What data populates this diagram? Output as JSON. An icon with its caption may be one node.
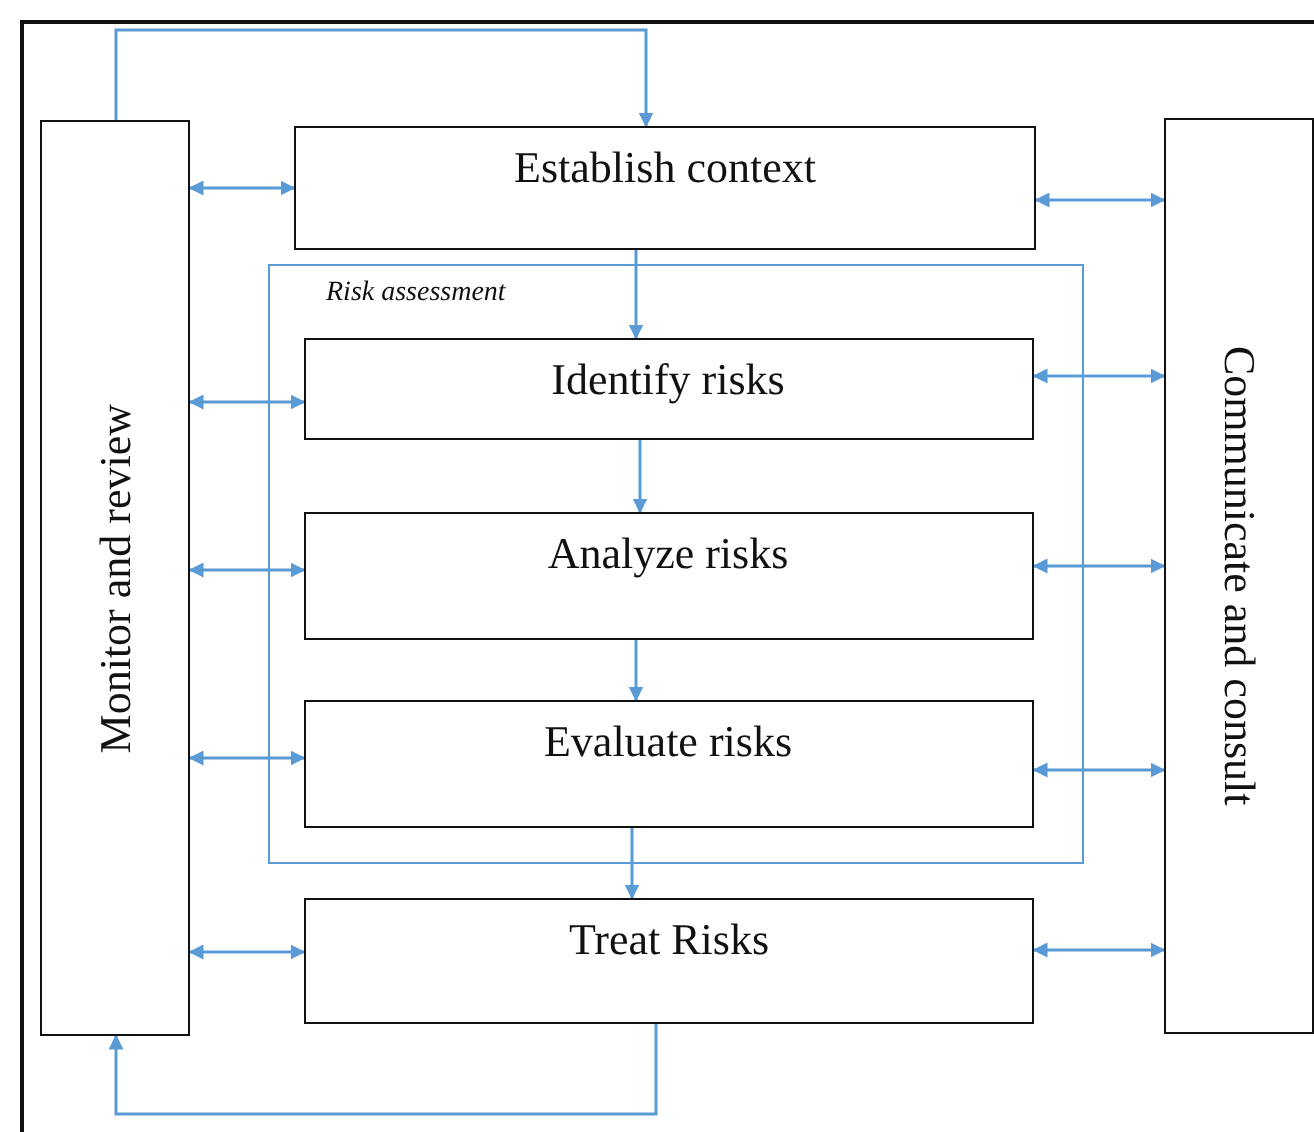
{
  "diagram": {
    "nodes": [
      {
        "text": [
          "Monitor and review"
        ]
      },
      {
        "text": [
          "Establish context"
        ]
      },
      {
        "text": [
          "Risk assessment"
        ]
      },
      {
        "text": [
          "Identify risks"
        ],
        "in": 2
      },
      {
        "text": [
          "Analyze risks"
        ],
        "in": 2
      },
      {
        "text": [
          "Evaluate risks"
        ],
        "in": 2
      },
      {
        "text": [
          "Treat Risks"
        ]
      },
      {
        "text": [
          "Communicate and consult"
        ]
      }
    ],
    "edges": [
      {
        "from": 0,
        "to": 1,
        "arrow": "to"
      },
      {
        "from": 0,
        "to": 1,
        "arrow": "both"
      },
      {
        "from": 1,
        "to": 7,
        "arrow": "both"
      },
      {
        "from": 1,
        "to": 3,
        "arrow": "to"
      },
      {
        "from": 0,
        "to": 3,
        "arrow": "both"
      },
      {
        "from": 3,
        "to": 7,
        "arrow": "both"
      },
      {
        "from": 3,
        "to": 4,
        "arrow": "to"
      },
      {
        "from": 0,
        "to": 4,
        "arrow": "both"
      },
      {
        "from": 4,
        "to": 7,
        "arrow": "both"
      },
      {
        "from": 4,
        "to": 5,
        "arrow": "to"
      },
      {
        "from": 0,
        "to": 5,
        "arrow": "both"
      },
      {
        "from": 5,
        "to": 7,
        "arrow": "both"
      },
      {
        "from": 5,
        "to": 6,
        "arrow": "to"
      },
      {
        "from": 0,
        "to": 6,
        "arrow": "both"
      },
      {
        "from": 6,
        "to": 7,
        "arrow": "both"
      },
      {
        "from": 6,
        "to": 0,
        "arrow": "to"
      }
    ]
  }
}
